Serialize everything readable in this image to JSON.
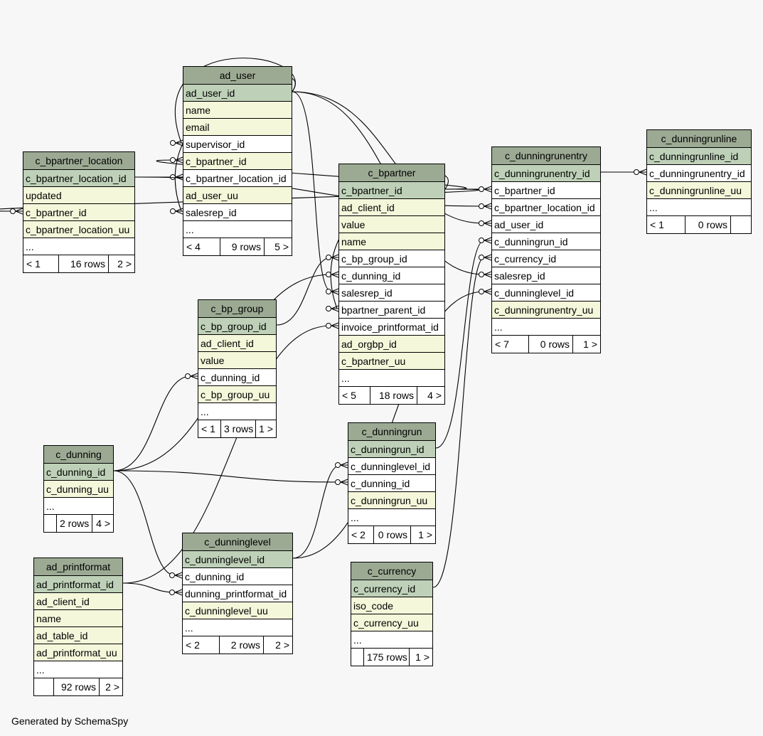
{
  "generator": "Generated by SchemaSpy",
  "colors": {
    "header": "#9caa94",
    "primary_key_row": "#bed1b8",
    "attribute_row": "#f4f7da",
    "foreign_key_row": "#ffffff",
    "background": "#f7f7f7"
  },
  "tables": [
    {
      "id": "ad_user",
      "name": "ad_user",
      "rows": [
        {
          "label": "ad_user_id",
          "kind": "pk"
        },
        {
          "label": "name",
          "kind": "attr"
        },
        {
          "label": "email",
          "kind": "attr"
        },
        {
          "label": "supervisor_id",
          "kind": "fk"
        },
        {
          "label": "c_bpartner_id",
          "kind": "attr"
        },
        {
          "label": "c_bpartner_location_id",
          "kind": "fk"
        },
        {
          "label": "ad_user_uu",
          "kind": "attr"
        },
        {
          "label": "salesrep_id",
          "kind": "fk"
        },
        {
          "label": "...",
          "kind": "more"
        }
      ],
      "footer": [
        "< 4",
        "9 rows",
        "5 >"
      ]
    },
    {
      "id": "c_bpartner_location",
      "name": "c_bpartner_location",
      "rows": [
        {
          "label": "c_bpartner_location_id",
          "kind": "pk"
        },
        {
          "label": "updated",
          "kind": "attr"
        },
        {
          "label": "c_bpartner_id",
          "kind": "attr"
        },
        {
          "label": "c_bpartner_location_uu",
          "kind": "attr"
        },
        {
          "label": "...",
          "kind": "more"
        }
      ],
      "footer": [
        "< 1",
        "16 rows",
        "2 >"
      ]
    },
    {
      "id": "c_bpartner",
      "name": "c_bpartner",
      "rows": [
        {
          "label": "c_bpartner_id",
          "kind": "pk"
        },
        {
          "label": "ad_client_id",
          "kind": "attr"
        },
        {
          "label": "value",
          "kind": "attr"
        },
        {
          "label": "name",
          "kind": "attr"
        },
        {
          "label": "c_bp_group_id",
          "kind": "fk"
        },
        {
          "label": "c_dunning_id",
          "kind": "fk"
        },
        {
          "label": "salesrep_id",
          "kind": "fk"
        },
        {
          "label": "bpartner_parent_id",
          "kind": "fk"
        },
        {
          "label": "invoice_printformat_id",
          "kind": "fk"
        },
        {
          "label": "ad_orgbp_id",
          "kind": "attr"
        },
        {
          "label": "c_bpartner_uu",
          "kind": "attr"
        },
        {
          "label": "...",
          "kind": "more"
        }
      ],
      "footer": [
        "< 5",
        "18 rows",
        "4 >"
      ]
    },
    {
      "id": "c_dunningrunentry",
      "name": "c_dunningrunentry",
      "rows": [
        {
          "label": "c_dunningrunentry_id",
          "kind": "pk"
        },
        {
          "label": "c_bpartner_id",
          "kind": "fk"
        },
        {
          "label": "c_bpartner_location_id",
          "kind": "fk"
        },
        {
          "label": "ad_user_id",
          "kind": "fk"
        },
        {
          "label": "c_dunningrun_id",
          "kind": "fk"
        },
        {
          "label": "c_currency_id",
          "kind": "fk"
        },
        {
          "label": "salesrep_id",
          "kind": "fk"
        },
        {
          "label": "c_dunninglevel_id",
          "kind": "fk"
        },
        {
          "label": "c_dunningrunentry_uu",
          "kind": "attr"
        },
        {
          "label": "...",
          "kind": "more"
        }
      ],
      "footer": [
        "< 7",
        "0 rows",
        "1 >"
      ]
    },
    {
      "id": "c_dunningrunline",
      "name": "c_dunningrunline",
      "rows": [
        {
          "label": "c_dunningrunline_id",
          "kind": "pk"
        },
        {
          "label": "c_dunningrunentry_id",
          "kind": "fk"
        },
        {
          "label": "c_dunningrunline_uu",
          "kind": "attr"
        },
        {
          "label": "...",
          "kind": "more"
        }
      ],
      "footer": [
        "< 1",
        "0 rows",
        ""
      ]
    },
    {
      "id": "c_bp_group",
      "name": "c_bp_group",
      "rows": [
        {
          "label": "c_bp_group_id",
          "kind": "pk"
        },
        {
          "label": "ad_client_id",
          "kind": "attr"
        },
        {
          "label": "value",
          "kind": "attr"
        },
        {
          "label": "c_dunning_id",
          "kind": "fk"
        },
        {
          "label": "c_bp_group_uu",
          "kind": "attr"
        },
        {
          "label": "...",
          "kind": "more"
        }
      ],
      "footer": [
        "< 1",
        "3 rows",
        "1 >"
      ]
    },
    {
      "id": "c_dunning",
      "name": "c_dunning",
      "rows": [
        {
          "label": "c_dunning_id",
          "kind": "pk"
        },
        {
          "label": "c_dunning_uu",
          "kind": "attr"
        },
        {
          "label": "...",
          "kind": "more"
        }
      ],
      "footer": [
        "",
        "2 rows",
        "4 >"
      ]
    },
    {
      "id": "c_dunningrun",
      "name": "c_dunningrun",
      "rows": [
        {
          "label": "c_dunningrun_id",
          "kind": "pk"
        },
        {
          "label": "c_dunninglevel_id",
          "kind": "fk"
        },
        {
          "label": "c_dunning_id",
          "kind": "fk"
        },
        {
          "label": "c_dunningrun_uu",
          "kind": "attr"
        },
        {
          "label": "...",
          "kind": "more"
        }
      ],
      "footer": [
        "< 2",
        "0 rows",
        "1 >"
      ]
    },
    {
      "id": "ad_printformat",
      "name": "ad_printformat",
      "rows": [
        {
          "label": "ad_printformat_id",
          "kind": "pk"
        },
        {
          "label": "ad_client_id",
          "kind": "attr"
        },
        {
          "label": "name",
          "kind": "attr"
        },
        {
          "label": "ad_table_id",
          "kind": "attr"
        },
        {
          "label": "ad_printformat_uu",
          "kind": "attr"
        },
        {
          "label": "...",
          "kind": "more"
        }
      ],
      "footer": [
        "",
        "92 rows",
        "2 >"
      ]
    },
    {
      "id": "c_dunninglevel",
      "name": "c_dunninglevel",
      "rows": [
        {
          "label": "c_dunninglevel_id",
          "kind": "pk"
        },
        {
          "label": "c_dunning_id",
          "kind": "fk"
        },
        {
          "label": "dunning_printformat_id",
          "kind": "fk"
        },
        {
          "label": "c_dunninglevel_uu",
          "kind": "attr"
        },
        {
          "label": "...",
          "kind": "more"
        }
      ],
      "footer": [
        "< 2",
        "2 rows",
        "2 >"
      ]
    },
    {
      "id": "c_currency",
      "name": "c_currency",
      "rows": [
        {
          "label": "c_currency_id",
          "kind": "pk"
        },
        {
          "label": "iso_code",
          "kind": "attr"
        },
        {
          "label": "c_currency_uu",
          "kind": "attr"
        },
        {
          "label": "...",
          "kind": "more"
        }
      ],
      "footer": [
        "",
        "175 rows",
        "1 >"
      ]
    }
  ],
  "relations": [
    {
      "from": "ad_user.supervisor_id",
      "to": "ad_user.ad_user_id"
    },
    {
      "from": "ad_user.salesrep_id",
      "to": "ad_user.ad_user_id"
    },
    {
      "from": "ad_user.c_bpartner_id",
      "to": "c_bpartner.c_bpartner_id"
    },
    {
      "from": "ad_user.c_bpartner_location_id",
      "to": "c_bpartner_location.c_bpartner_location_id"
    },
    {
      "from": "c_bpartner_location.c_bpartner_id",
      "to": "c_bpartner.c_bpartner_id"
    },
    {
      "from": "c_bpartner.c_bp_group_id",
      "to": "c_bp_group.c_bp_group_id"
    },
    {
      "from": "c_bpartner.c_dunning_id",
      "to": "c_dunning.c_dunning_id"
    },
    {
      "from": "c_bpartner.salesrep_id",
      "to": "ad_user.ad_user_id"
    },
    {
      "from": "c_bpartner.bpartner_parent_id",
      "to": "c_bpartner.c_bpartner_id"
    },
    {
      "from": "c_bpartner.invoice_printformat_id",
      "to": "ad_printformat.ad_printformat_id"
    },
    {
      "from": "c_dunningrunentry.c_bpartner_id",
      "to": "c_bpartner.c_bpartner_id"
    },
    {
      "from": "c_dunningrunentry.c_bpartner_location_id",
      "to": "c_bpartner_location.c_bpartner_location_id"
    },
    {
      "from": "c_dunningrunentry.ad_user_id",
      "to": "ad_user.ad_user_id"
    },
    {
      "from": "c_dunningrunentry.c_dunningrun_id",
      "to": "c_dunningrun.c_dunningrun_id"
    },
    {
      "from": "c_dunningrunentry.c_currency_id",
      "to": "c_currency.c_currency_id"
    },
    {
      "from": "c_dunningrunentry.salesrep_id",
      "to": "ad_user.ad_user_id"
    },
    {
      "from": "c_dunningrunentry.c_dunninglevel_id",
      "to": "c_dunninglevel.c_dunninglevel_id"
    },
    {
      "from": "c_dunningrunline.c_dunningrunentry_id",
      "to": "c_dunningrunentry.c_dunningrunentry_id"
    },
    {
      "from": "c_bp_group.c_dunning_id",
      "to": "c_dunning.c_dunning_id"
    },
    {
      "from": "c_dunningrun.c_dunninglevel_id",
      "to": "c_dunninglevel.c_dunninglevel_id"
    },
    {
      "from": "c_dunningrun.c_dunning_id",
      "to": "c_dunning.c_dunning_id"
    },
    {
      "from": "c_dunninglevel.c_dunning_id",
      "to": "c_dunning.c_dunning_id"
    },
    {
      "from": "c_dunninglevel.dunning_printformat_id",
      "to": "ad_printformat.ad_printformat_id"
    }
  ]
}
